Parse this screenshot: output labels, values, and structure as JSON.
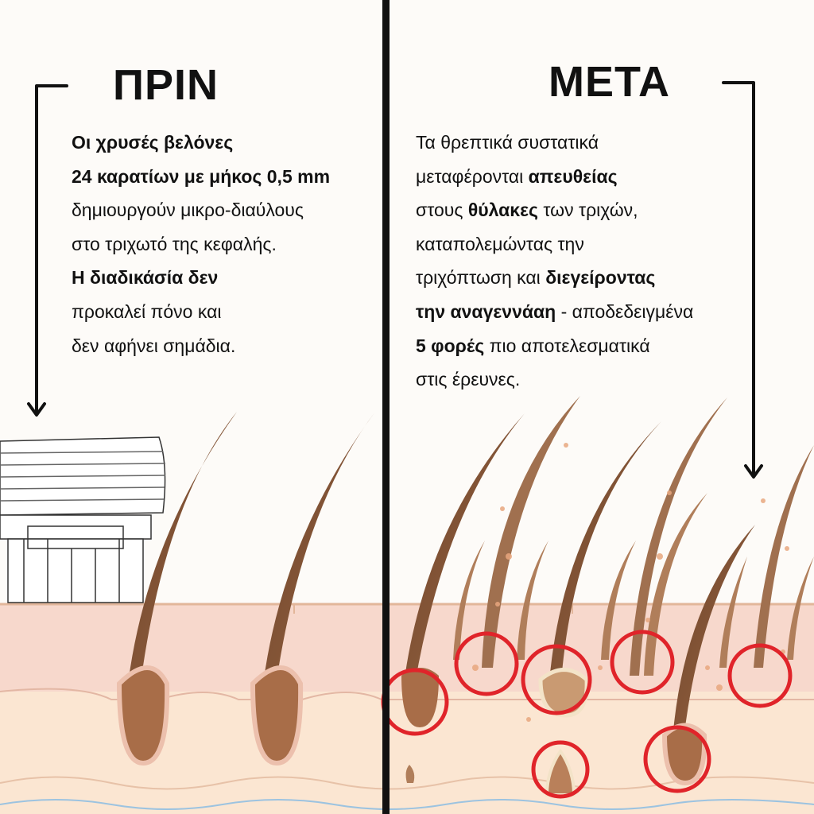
{
  "before": {
    "heading": "ΠΡΙΝ",
    "lines": [
      [
        {
          "t": "Οι χρυσές βελόνες",
          "b": true
        }
      ],
      [
        {
          "t": "24 καρατίων με μήκος 0,5 mm",
          "b": true
        }
      ],
      [
        {
          "t": "δημιουργούν μικρο-διαύλους",
          "b": false
        }
      ],
      [
        {
          "t": "στο τριχωτό της κεφαλής.",
          "b": false
        }
      ],
      [
        {
          "t": "Η διαδικάσία δεν",
          "b": true
        }
      ],
      [
        {
          "t": "προκαλεί πόνο και",
          "b": false
        }
      ],
      [
        {
          "t": "δεν αφήνει σημάδια.",
          "b": false
        }
      ]
    ]
  },
  "after": {
    "heading": "ΜΕΤΑ",
    "lines": [
      [
        {
          "t": "Τα θρεπτικά συστατικά",
          "b": false
        }
      ],
      [
        {
          "t": "μεταφέρονται ",
          "b": false
        },
        {
          "t": "απευθείας",
          "b": true
        }
      ],
      [
        {
          "t": "στους ",
          "b": false
        },
        {
          "t": "θύλακες",
          "b": true
        },
        {
          "t": " των τριχών,",
          "b": false
        }
      ],
      [
        {
          "t": "καταπολεμώντας την",
          "b": false
        }
      ],
      [
        {
          "t": "τριχόπτωση και ",
          "b": false
        },
        {
          "t": "διεγείροντας",
          "b": true
        }
      ],
      [
        {
          "t": "την αναγεννάαη",
          "b": true
        },
        {
          "t": " - αποδεδειγμένα",
          "b": false
        }
      ],
      [
        {
          "t": "5 φορές",
          "b": true
        },
        {
          "t": " πιο αποτελεσματικά",
          "b": false
        }
      ],
      [
        {
          "t": "στις έρευνες.",
          "b": false
        }
      ]
    ]
  },
  "colors": {
    "hair": "#8a5838",
    "follicle": "#a86d48",
    "epidermis": "#f7d8cc",
    "dermis": "#fbe6d2",
    "highlight_circle": "#e0242a",
    "divider": "#111111"
  },
  "icons": [
    "arrow-down-left-icon",
    "arrow-down-right-icon",
    "derma-stamp-device-icon"
  ]
}
